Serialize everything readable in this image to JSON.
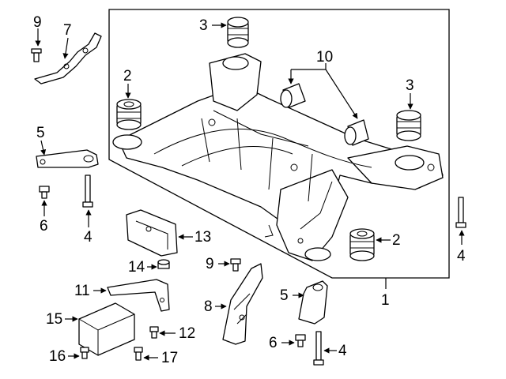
{
  "diagram": {
    "type": "exploded-parts-diagram",
    "callouts": [
      {
        "id": "c1",
        "label": "1"
      },
      {
        "id": "c2a",
        "label": "2"
      },
      {
        "id": "c2b",
        "label": "2"
      },
      {
        "id": "c3a",
        "label": "3"
      },
      {
        "id": "c3b",
        "label": "3"
      },
      {
        "id": "c4a",
        "label": "4"
      },
      {
        "id": "c4b",
        "label": "4"
      },
      {
        "id": "c4c",
        "label": "4"
      },
      {
        "id": "c5a",
        "label": "5"
      },
      {
        "id": "c5b",
        "label": "5"
      },
      {
        "id": "c6a",
        "label": "6"
      },
      {
        "id": "c6b",
        "label": "6"
      },
      {
        "id": "c7",
        "label": "7"
      },
      {
        "id": "c8",
        "label": "8"
      },
      {
        "id": "c9a",
        "label": "9"
      },
      {
        "id": "c9b",
        "label": "9"
      },
      {
        "id": "c10",
        "label": "10"
      },
      {
        "id": "c11",
        "label": "11"
      },
      {
        "id": "c12",
        "label": "12"
      },
      {
        "id": "c13",
        "label": "13"
      },
      {
        "id": "c14",
        "label": "14"
      },
      {
        "id": "c15",
        "label": "15"
      },
      {
        "id": "c16",
        "label": "16"
      },
      {
        "id": "c17",
        "label": "17"
      }
    ]
  }
}
